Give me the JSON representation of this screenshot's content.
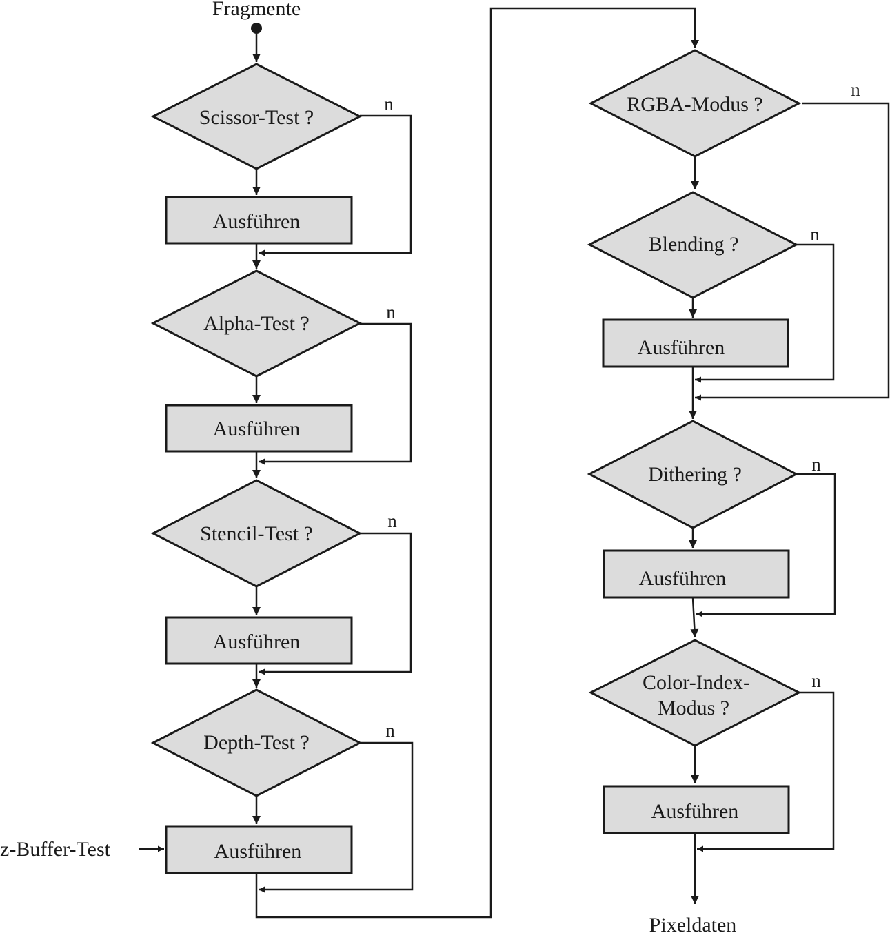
{
  "start_label": "Fragmente",
  "end_label": "Pixeldaten",
  "side_input_label": "z-Buffer-Test",
  "no_label": "n",
  "left_column": [
    {
      "question": "Scissor-Test ?",
      "action": "Ausführen"
    },
    {
      "question": "Alpha-Test ?",
      "action": "Ausführen"
    },
    {
      "question": "Stencil-Test ?",
      "action": "Ausführen"
    },
    {
      "question": "Depth-Test ?",
      "action": "Ausführen"
    }
  ],
  "right_column": {
    "rgba": {
      "question": "RGBA-Modus ?"
    },
    "blending": {
      "question": "Blending ?",
      "action": "Ausführen"
    },
    "dithering": {
      "question": "Dithering ?",
      "action": "Ausführen"
    },
    "color_index": {
      "question_line1": "Color-Index-",
      "question_line2": "Modus ?",
      "action": "Ausführen"
    }
  }
}
